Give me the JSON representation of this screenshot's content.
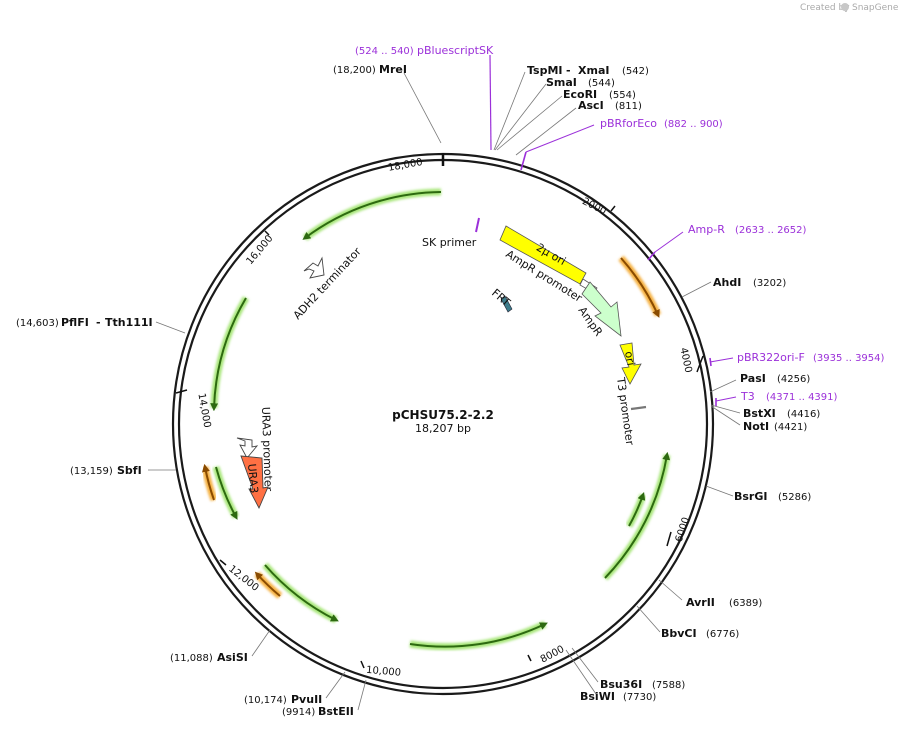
{
  "branding": {
    "prefix": "Created by",
    "logo_text": "SnapGene"
  },
  "plasmid": {
    "name": "pCHSU75.2-2.2",
    "length_label": "18,207 bp"
  },
  "ticks": [
    {
      "label": "2000"
    },
    {
      "label": "4000"
    },
    {
      "label": "6000"
    },
    {
      "label": "8000"
    },
    {
      "label": "10,000"
    },
    {
      "label": "12,000"
    },
    {
      "label": "14,000"
    },
    {
      "label": "16,000"
    },
    {
      "label": "18,000"
    }
  ],
  "enzymes_right": [
    {
      "name": "TspMI",
      "pos": "(542)"
    },
    {
      "name": "XmaI",
      "pos": ""
    },
    {
      "name": "SmaI",
      "pos": "(544)"
    },
    {
      "name": "EcoRI",
      "pos": "(554)"
    },
    {
      "name": "AscI",
      "pos": "(811)"
    },
    {
      "name": "AhdI",
      "pos": "(3202)"
    },
    {
      "name": "PasI",
      "pos": "(4256)"
    },
    {
      "name": "BstXI",
      "pos": "(4416)"
    },
    {
      "name": "NotI",
      "pos": "(4421)"
    },
    {
      "name": "BsrGI",
      "pos": "(5286)"
    },
    {
      "name": "AvrII",
      "pos": "(6389)"
    },
    {
      "name": "BbvCI",
      "pos": "(6776)"
    },
    {
      "name": "Bsu36I",
      "pos": "(7588)"
    },
    {
      "name": "BsiWI",
      "pos": "(7730)"
    }
  ],
  "enzymes_left": [
    {
      "name": "MreI",
      "pos": "(18,200)"
    },
    {
      "name": "PflFI",
      "pos": "(14,603)"
    },
    {
      "name": "Tth111I",
      "pos": ""
    },
    {
      "name": "SbfI",
      "pos": "(13,159)"
    },
    {
      "name": "AsiSI",
      "pos": "(11,088)"
    },
    {
      "name": "PvuII",
      "pos": "(10,174)"
    },
    {
      "name": "BstEII",
      "pos": "(9914)"
    }
  ],
  "primers": [
    {
      "name": "pBluescriptSK",
      "pos": "(524 .. 540)"
    },
    {
      "name": "pBRforEco",
      "pos": "(882 .. 900)"
    },
    {
      "name": "Amp-R",
      "pos": "(2633 .. 2652)"
    },
    {
      "name": "pBR322ori-F",
      "pos": "(3935 .. 3954)"
    },
    {
      "name": "T3",
      "pos": "(4371 .. 4391)"
    }
  ],
  "features": {
    "two_micron_ori": "2µ ori",
    "ampr_promoter": "AmpR promoter",
    "ampr": "AmpR",
    "frt": "FRT",
    "ori": "ori",
    "t3_promoter": "T3 promoter",
    "sk_primer": "SK primer",
    "adh2_terminator": "ADH2 terminator",
    "ura3_promoter": "URA3 promoter",
    "ura3": "URA3"
  },
  "colors": {
    "backbone": "#1a1a1a",
    "primer": "#9b30d9",
    "yellow_feature": "#ffff00",
    "ampr_feature": "#ccffcc",
    "ura3_feature": "#ff7043",
    "orf_green": "#2d6a10",
    "orf_glow_green": "#a8e67a",
    "orf_glow_orange": "#f5b041",
    "frt_teal": "#3d7c8a"
  }
}
